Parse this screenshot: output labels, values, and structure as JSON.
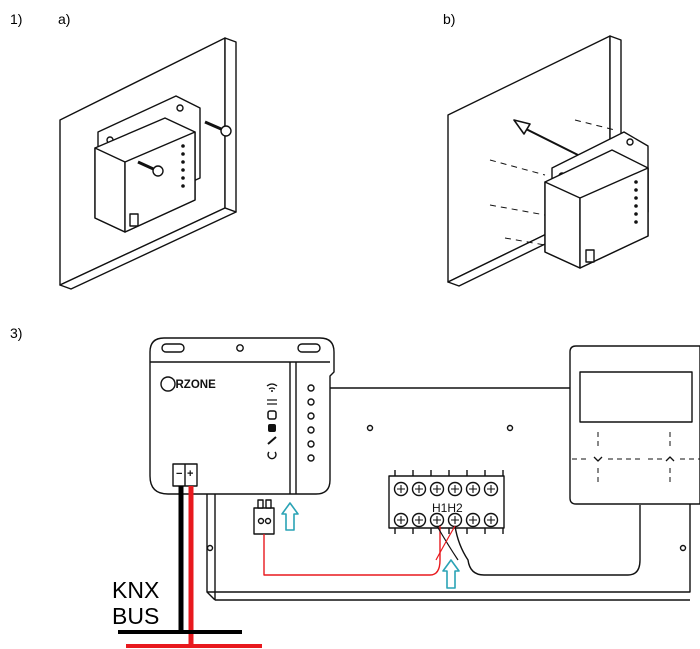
{
  "steps": {
    "step1": "1)",
    "step1a": "a)",
    "step1b": "b)",
    "step3": "3)"
  },
  "device": {
    "brand": "AIRZONE",
    "terminal_minus": "−",
    "terminal_plus": "+"
  },
  "terminal_block": {
    "label": "H1H2"
  },
  "bus": {
    "line1": "KNX",
    "line2": "BUS"
  },
  "colors": {
    "wire_red": "#e8191e",
    "wire_black": "#000000",
    "arrow_teal": "#2aa3b5",
    "outline": "#111111"
  }
}
